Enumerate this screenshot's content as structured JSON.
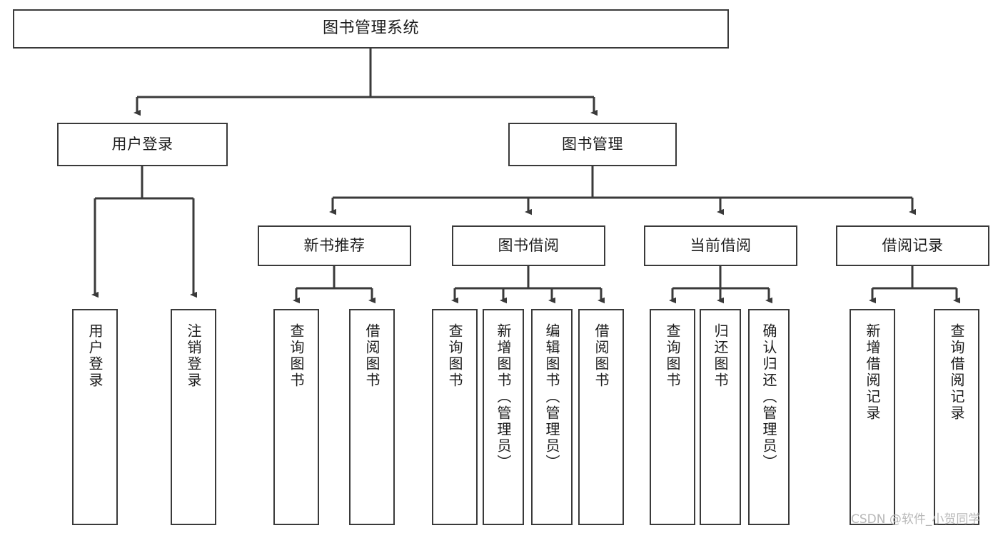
{
  "diagram": {
    "title": "图书管理系统",
    "background_color": "#ffffff",
    "line_color": "#3a3a3a",
    "text_color": "#1c1c1c"
  },
  "nodes": {
    "root": {
      "label": "图书管理系统"
    },
    "level1": [
      {
        "id": "user-login",
        "label": "用户登录"
      },
      {
        "id": "book-management",
        "label": "图书管理"
      }
    ],
    "level2": [
      {
        "id": "new-book-recommend",
        "label": "新书推荐"
      },
      {
        "id": "book-borrow",
        "label": "图书借阅"
      },
      {
        "id": "current-borrow",
        "label": "当前借阅"
      },
      {
        "id": "borrow-record",
        "label": "借阅记录"
      }
    ],
    "leaves": [
      {
        "id": "leaf-user-login",
        "label": "用户登录"
      },
      {
        "id": "leaf-user-logout",
        "label": "注销登录"
      },
      {
        "id": "leaf-query-book-1",
        "label": "查询图书"
      },
      {
        "id": "leaf-borrow-book-1",
        "label": "借阅图书"
      },
      {
        "id": "leaf-query-book-2",
        "label": "查询图书"
      },
      {
        "id": "leaf-add-book",
        "label": "新增图书（管理员）"
      },
      {
        "id": "leaf-edit-book",
        "label": "编辑图书（管理员）"
      },
      {
        "id": "leaf-borrow-book-2",
        "label": "借阅图书"
      },
      {
        "id": "leaf-query-book-3",
        "label": "查询图书"
      },
      {
        "id": "leaf-return-book",
        "label": "归还图书"
      },
      {
        "id": "leaf-confirm-return",
        "label": "确认归还（管理员）"
      },
      {
        "id": "leaf-add-record",
        "label": "新增借阅记录"
      },
      {
        "id": "leaf-query-record",
        "label": "查询借阅记录"
      }
    ]
  },
  "watermark": {
    "text": "CSDN @软件_小贺同学"
  }
}
